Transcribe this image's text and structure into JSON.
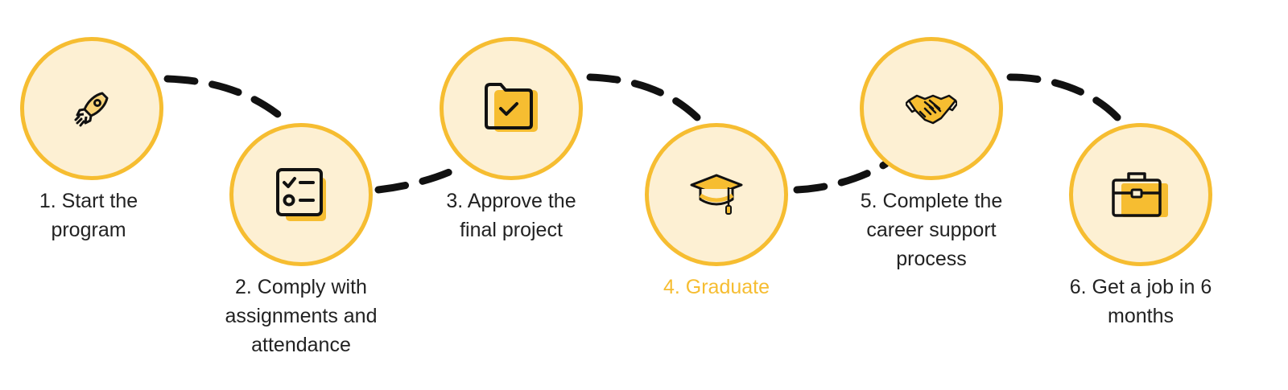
{
  "colors": {
    "accent": "#f6bd31",
    "circle_fill": "#fdf0d3",
    "text": "#222222",
    "connector": "#111111"
  },
  "steps": [
    {
      "icon": "rocket-icon",
      "lines": [
        "1. Start the",
        "program"
      ],
      "highlight": false
    },
    {
      "icon": "checklist-icon",
      "lines": [
        "2. Comply with",
        "assignments and",
        "attendance"
      ],
      "highlight": false
    },
    {
      "icon": "folder-check-icon",
      "lines": [
        "3. Approve the",
        "final project"
      ],
      "highlight": false
    },
    {
      "icon": "graduation-cap-icon",
      "lines": [
        "4. Graduate"
      ],
      "highlight": true
    },
    {
      "icon": "handshake-icon",
      "lines": [
        "5. Complete the",
        "career support",
        "process"
      ],
      "highlight": false
    },
    {
      "icon": "briefcase-icon",
      "lines": [
        "6. Get a job in 6",
        "months"
      ],
      "highlight": false
    }
  ]
}
